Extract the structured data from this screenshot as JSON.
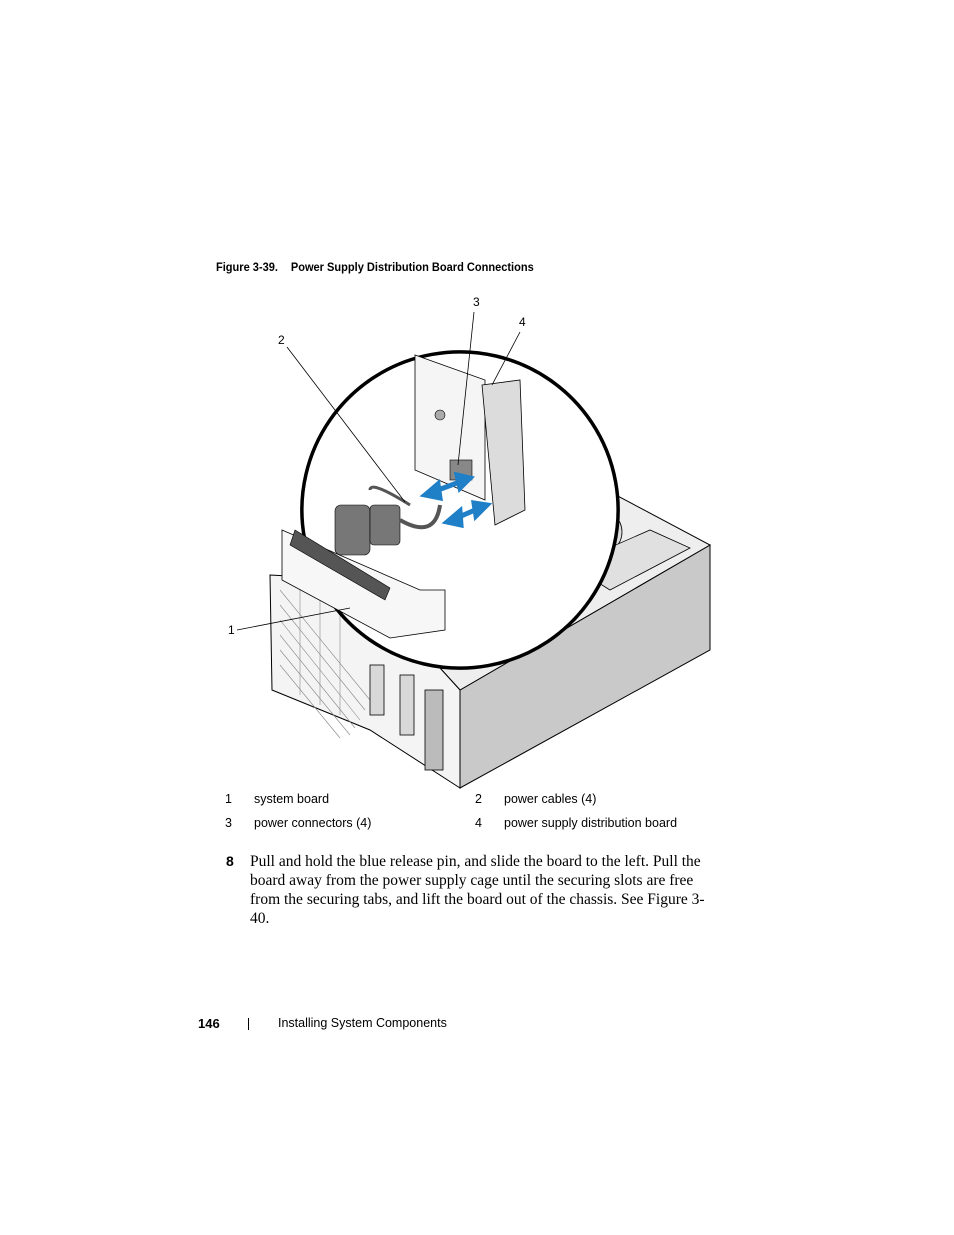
{
  "figure": {
    "number": "Figure 3-39.",
    "title": "Power Supply Distribution Board Connections",
    "callouts": [
      "1",
      "2",
      "3",
      "4"
    ]
  },
  "legend": [
    {
      "num": "1",
      "label": "system board"
    },
    {
      "num": "2",
      "label": "power cables (4)"
    },
    {
      "num": "3",
      "label": "power connectors (4)"
    },
    {
      "num": "4",
      "label": "power supply distribution board"
    }
  ],
  "step": {
    "number": "8",
    "text": "Pull and hold the blue release pin, and slide the board to the left. Pull the board away from the power supply cage until the securing slots are free from the securing tabs, and lift the board out of the chassis. See Figure 3-40."
  },
  "footer": {
    "page_number": "146",
    "section": "Installing System Components"
  },
  "colors": {
    "arrow": "#1f7fc7",
    "line": "#000000",
    "chassis_side": "#c9c9c9"
  }
}
